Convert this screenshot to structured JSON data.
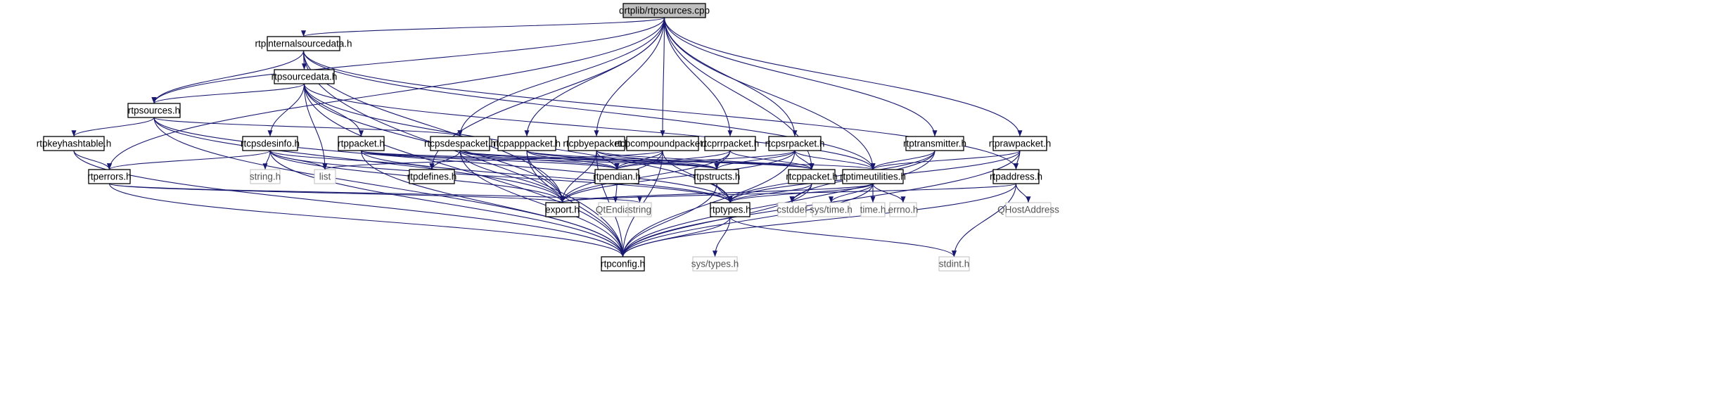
{
  "graph": {
    "title": "qrtplib/rtpsources.cpp",
    "colors": {
      "edge": "#191970",
      "root_fill": "#bfbfbf",
      "node_border": "#000000",
      "system_border": "#bfbfbf",
      "system_text": "#555555"
    },
    "nodes": [
      {
        "id": "rtpsources.cpp",
        "label": "qrtplib/rtpsources.cpp",
        "kind": "root"
      },
      {
        "id": "rtpinternalsourcedata.h",
        "label": "rtpinternalsourcedata.h",
        "kind": "file"
      },
      {
        "id": "rtpsourcedata.h",
        "label": "rtpsourcedata.h",
        "kind": "file"
      },
      {
        "id": "rtpsources.h",
        "label": "rtpsources.h",
        "kind": "file"
      },
      {
        "id": "rtpkeyhashtable.h",
        "label": "rtpkeyhashtable.h",
        "kind": "file"
      },
      {
        "id": "rtcpsdesinfo.h",
        "label": "rtcpsdesinfo.h",
        "kind": "file"
      },
      {
        "id": "rtppacket.h",
        "label": "rtppacket.h",
        "kind": "file"
      },
      {
        "id": "rtcpsdespacket.h",
        "label": "rtcpsdespacket.h",
        "kind": "file"
      },
      {
        "id": "rtcpapppacket.h",
        "label": "rtcpapppacket.h",
        "kind": "file"
      },
      {
        "id": "rtcpbyepacket.h",
        "label": "rtcpbyepacket.h",
        "kind": "file"
      },
      {
        "id": "rtcpcompoundpacket.h",
        "label": "rtcpcompoundpacket.h",
        "kind": "file"
      },
      {
        "id": "rtcprrpacket.h",
        "label": "rtcprrpacket.h",
        "kind": "file"
      },
      {
        "id": "rtcpsrpacket.h",
        "label": "rtcpsrpacket.h",
        "kind": "file"
      },
      {
        "id": "rtptransmitter.h",
        "label": "rtptransmitter.h",
        "kind": "file"
      },
      {
        "id": "rtprawpacket.h",
        "label": "rtprawpacket.h",
        "kind": "file"
      },
      {
        "id": "rtperrors.h",
        "label": "rtperrors.h",
        "kind": "file"
      },
      {
        "id": "string.h",
        "label": "string.h",
        "kind": "system"
      },
      {
        "id": "list",
        "label": "list",
        "kind": "system"
      },
      {
        "id": "rtpdefines.h",
        "label": "rtpdefines.h",
        "kind": "file"
      },
      {
        "id": "rtpendian.h",
        "label": "rtpendian.h",
        "kind": "file"
      },
      {
        "id": "rtpstructs.h",
        "label": "rtpstructs.h",
        "kind": "file"
      },
      {
        "id": "rtcppacket.h",
        "label": "rtcppacket.h",
        "kind": "file"
      },
      {
        "id": "rtptimeutilities.h",
        "label": "rtptimeutilities.h",
        "kind": "file"
      },
      {
        "id": "rtpaddress.h",
        "label": "rtpaddress.h",
        "kind": "file"
      },
      {
        "id": "export.h",
        "label": "export.h",
        "kind": "file"
      },
      {
        "id": "QtEndian",
        "label": "QtEndian",
        "kind": "system"
      },
      {
        "id": "string",
        "label": "string",
        "kind": "system"
      },
      {
        "id": "rtptypes.h",
        "label": "rtptypes.h",
        "kind": "file"
      },
      {
        "id": "cstddef",
        "label": "cstddef",
        "kind": "system"
      },
      {
        "id": "sys/time.h",
        "label": "sys/time.h",
        "kind": "system"
      },
      {
        "id": "time.h",
        "label": "time.h",
        "kind": "system"
      },
      {
        "id": "errno.h",
        "label": "errno.h",
        "kind": "system"
      },
      {
        "id": "QHostAddress",
        "label": "QHostAddress",
        "kind": "system"
      },
      {
        "id": "rtpconfig.h",
        "label": "rtpconfig.h",
        "kind": "file"
      },
      {
        "id": "sys/types.h",
        "label": "sys/types.h",
        "kind": "system"
      },
      {
        "id": "stdint.h",
        "label": "stdint.h",
        "kind": "system"
      }
    ],
    "edges": [
      [
        "rtpsources.cpp",
        "rtpinternalsourcedata.h"
      ],
      [
        "rtpsources.cpp",
        "rtpsources.h"
      ],
      [
        "rtpsources.cpp",
        "rtperrors.h"
      ],
      [
        "rtpsources.cpp",
        "rtcpsdespacket.h"
      ],
      [
        "rtpsources.cpp",
        "rtpdefines.h"
      ],
      [
        "rtpsources.cpp",
        "rtcpapppacket.h"
      ],
      [
        "rtpsources.cpp",
        "rtcpbyepacket.h"
      ],
      [
        "rtpsources.cpp",
        "rtcpcompoundpacket.h"
      ],
      [
        "rtpsources.cpp",
        "rtcprrpacket.h"
      ],
      [
        "rtpsources.cpp",
        "rtcpsrpacket.h"
      ],
      [
        "rtpsources.cpp",
        "rtcppacket.h"
      ],
      [
        "rtpsources.cpp",
        "rtptimeutilities.h"
      ],
      [
        "rtpsources.cpp",
        "rtptransmitter.h"
      ],
      [
        "rtpsources.cpp",
        "rtprawpacket.h"
      ],
      [
        "rtpinternalsourcedata.h",
        "rtpsourcedata.h"
      ],
      [
        "rtpinternalsourcedata.h",
        "rtpsources.h"
      ],
      [
        "rtpinternalsourcedata.h",
        "rtpconfig.h"
      ],
      [
        "rtpinternalsourcedata.h",
        "export.h"
      ],
      [
        "rtpinternalsourcedata.h",
        "rtptimeutilities.h"
      ],
      [
        "rtpinternalsourcedata.h",
        "rtpaddress.h"
      ],
      [
        "rtpsourcedata.h",
        "rtpsources.h"
      ],
      [
        "rtpsourcedata.h",
        "rtcpsdesinfo.h"
      ],
      [
        "rtpsourcedata.h",
        "rtppacket.h"
      ],
      [
        "rtpsourcedata.h",
        "list"
      ],
      [
        "rtpsourcedata.h",
        "rtpconfig.h"
      ],
      [
        "rtpsourcedata.h",
        "export.h"
      ],
      [
        "rtpsourcedata.h",
        "rtptypes.h"
      ],
      [
        "rtpsourcedata.h",
        "rtptimeutilities.h"
      ],
      [
        "rtpsources.h",
        "rtpkeyhashtable.h"
      ],
      [
        "rtpsources.h",
        "rtcpsdespacket.h"
      ],
      [
        "rtpsources.h",
        "rtpconfig.h"
      ],
      [
        "rtpsources.h",
        "export.h"
      ],
      [
        "rtpsources.h",
        "rtptypes.h"
      ],
      [
        "rtpkeyhashtable.h",
        "rtperrors.h"
      ],
      [
        "rtpkeyhashtable.h",
        "rtpconfig.h"
      ],
      [
        "rtcpsdesinfo.h",
        "rtperrors.h"
      ],
      [
        "rtcpsdesinfo.h",
        "string.h"
      ],
      [
        "rtcpsdesinfo.h",
        "list"
      ],
      [
        "rtcpsdesinfo.h",
        "rtpdefines.h"
      ],
      [
        "rtcpsdesinfo.h",
        "rtpconfig.h"
      ],
      [
        "rtcpsdesinfo.h",
        "export.h"
      ],
      [
        "rtcpsdesinfo.h",
        "rtptypes.h"
      ],
      [
        "rtppacket.h",
        "rtpendian.h"
      ],
      [
        "rtppacket.h",
        "rtpstructs.h"
      ],
      [
        "rtppacket.h",
        "rtptimeutilities.h"
      ],
      [
        "rtppacket.h",
        "rtpconfig.h"
      ],
      [
        "rtppacket.h",
        "rtptypes.h"
      ],
      [
        "rtcpsdespacket.h",
        "rtpdefines.h"
      ],
      [
        "rtcpsdespacket.h",
        "rtpendian.h"
      ],
      [
        "rtcpsdespacket.h",
        "rtpstructs.h"
      ],
      [
        "rtcpsdespacket.h",
        "rtcppacket.h"
      ],
      [
        "rtcpsdespacket.h",
        "export.h"
      ],
      [
        "rtcpsdespacket.h",
        "rtpconfig.h"
      ],
      [
        "rtcpapppacket.h",
        "rtpendian.h"
      ],
      [
        "rtcpapppacket.h",
        "rtpstructs.h"
      ],
      [
        "rtcpapppacket.h",
        "rtcppacket.h"
      ],
      [
        "rtcpapppacket.h",
        "export.h"
      ],
      [
        "rtcpapppacket.h",
        "rtpconfig.h"
      ],
      [
        "rtcpbyepacket.h",
        "rtpendian.h"
      ],
      [
        "rtcpbyepacket.h",
        "rtpstructs.h"
      ],
      [
        "rtcpbyepacket.h",
        "rtcppacket.h"
      ],
      [
        "rtcpbyepacket.h",
        "export.h"
      ],
      [
        "rtcpbyepacket.h",
        "rtpconfig.h"
      ],
      [
        "rtcpcompoundpacket.h",
        "list"
      ],
      [
        "rtcpcompoundpacket.h",
        "rtpendian.h"
      ],
      [
        "rtcpcompoundpacket.h",
        "export.h"
      ],
      [
        "rtcpcompoundpacket.h",
        "rtpconfig.h"
      ],
      [
        "rtcpcompoundpacket.h",
        "rtptypes.h"
      ],
      [
        "rtcprrpacket.h",
        "rtpendian.h"
      ],
      [
        "rtcprrpacket.h",
        "rtpstructs.h"
      ],
      [
        "rtcprrpacket.h",
        "rtcppacket.h"
      ],
      [
        "rtcprrpacket.h",
        "export.h"
      ],
      [
        "rtcpsrpacket.h",
        "rtpendian.h"
      ],
      [
        "rtcpsrpacket.h",
        "rtpstructs.h"
      ],
      [
        "rtcpsrpacket.h",
        "rtcppacket.h"
      ],
      [
        "rtcpsrpacket.h",
        "rtptimeutilities.h"
      ],
      [
        "rtcpsrpacket.h",
        "export.h"
      ],
      [
        "rtcpsrpacket.h",
        "rtpconfig.h"
      ],
      [
        "rtptransmitter.h",
        "rtptimeutilities.h"
      ],
      [
        "rtptransmitter.h",
        "rtptypes.h"
      ],
      [
        "rtptransmitter.h",
        "cstddef"
      ],
      [
        "rtptransmitter.h",
        "rtpconfig.h"
      ],
      [
        "rtprawpacket.h",
        "rtptimeutilities.h"
      ],
      [
        "rtprawpacket.h",
        "rtpaddress.h"
      ],
      [
        "rtprawpacket.h",
        "rtptypes.h"
      ],
      [
        "rtprawpacket.h",
        "rtpconfig.h"
      ],
      [
        "rtperrors.h",
        "string"
      ],
      [
        "rtperrors.h",
        "rtpconfig.h"
      ],
      [
        "rtperrors.h",
        "export.h"
      ],
      [
        "rtpendian.h",
        "QtEndian"
      ],
      [
        "rtpstructs.h",
        "rtptypes.h"
      ],
      [
        "rtpstructs.h",
        "rtpconfig.h"
      ],
      [
        "rtcppacket.h",
        "rtptypes.h"
      ],
      [
        "rtcppacket.h",
        "cstddef"
      ],
      [
        "rtcppacket.h",
        "rtpconfig.h"
      ],
      [
        "rtptimeutilities.h",
        "export.h"
      ],
      [
        "rtptimeutilities.h",
        "rtptypes.h"
      ],
      [
        "rtptimeutilities.h",
        "sys/time.h"
      ],
      [
        "rtptimeutilities.h",
        "time.h"
      ],
      [
        "rtptimeutilities.h",
        "errno.h"
      ],
      [
        "rtptimeutilities.h",
        "rtpconfig.h"
      ],
      [
        "rtpaddress.h",
        "QHostAddress"
      ],
      [
        "rtpaddress.h",
        "stdint.h"
      ],
      [
        "rtpaddress.h",
        "export.h"
      ],
      [
        "rtpaddress.h",
        "rtpconfig.h"
      ],
      [
        "rtptypes.h",
        "sys/types.h"
      ],
      [
        "rtptypes.h",
        "stdint.h"
      ],
      [
        "rtptypes.h",
        "rtpconfig.h"
      ]
    ]
  }
}
